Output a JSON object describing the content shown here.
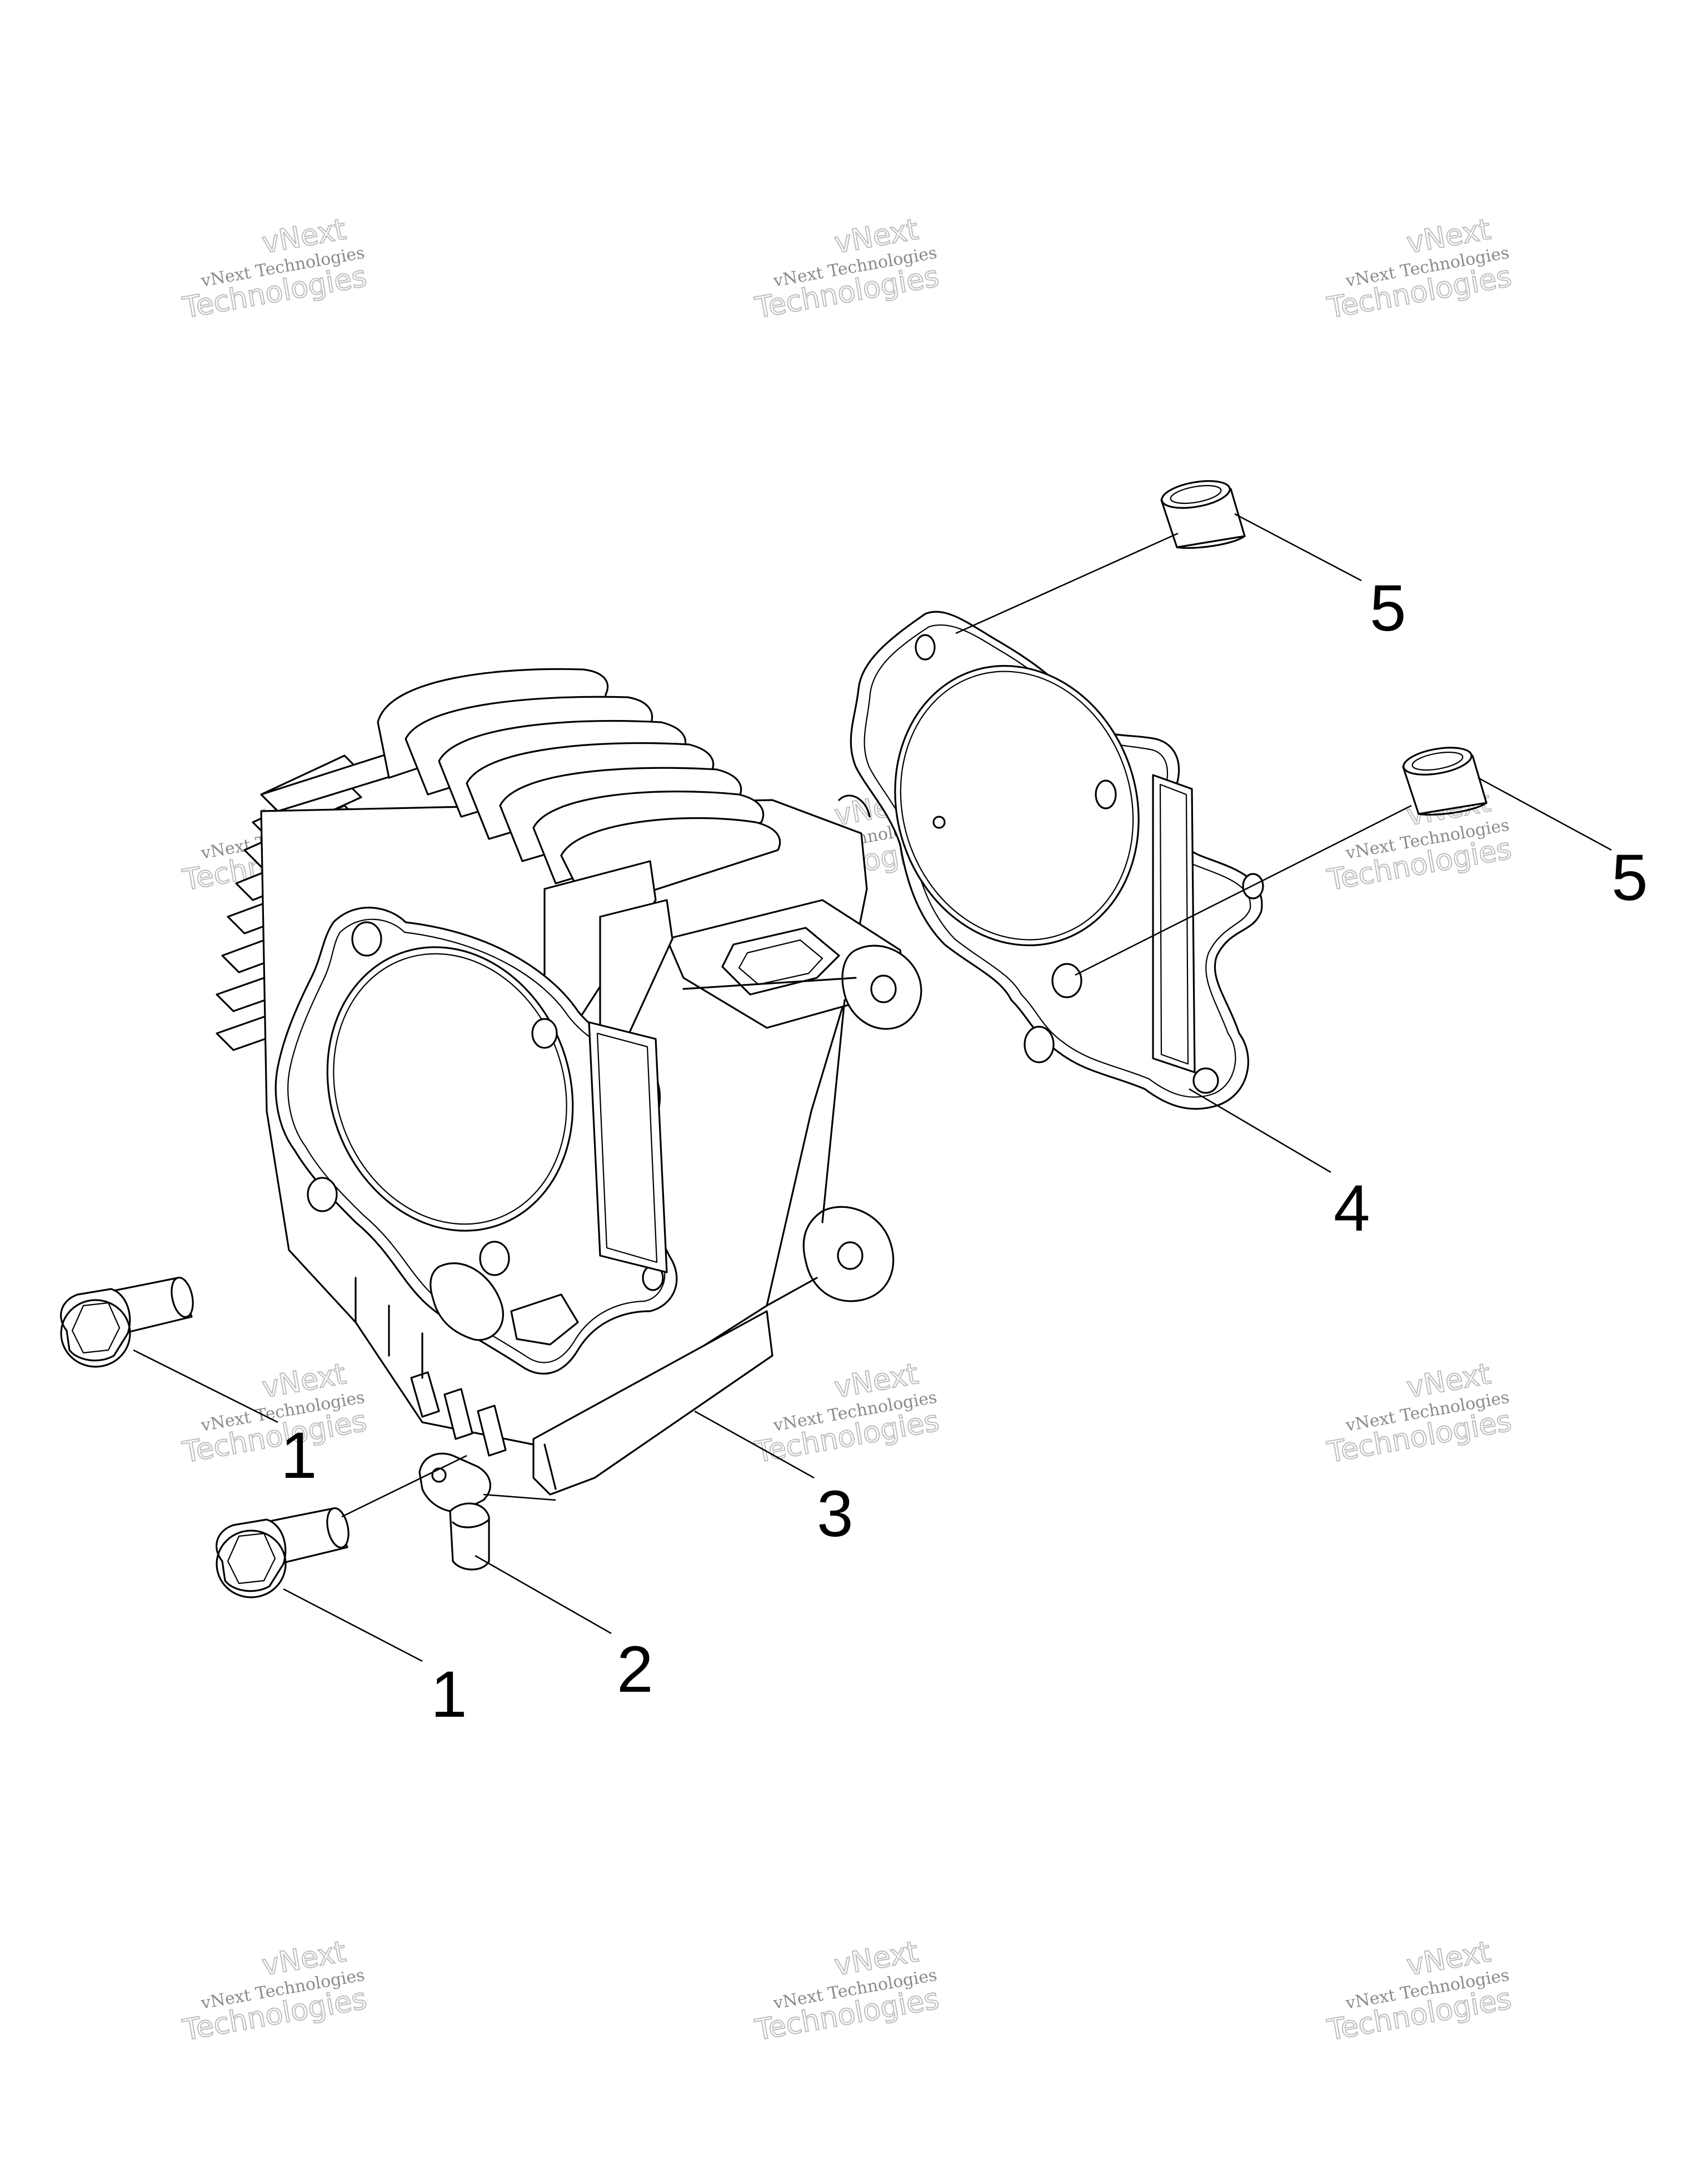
{
  "callouts": [
    {
      "id": "bolt-upper",
      "label": "1"
    },
    {
      "id": "bolt-lower",
      "label": "1"
    },
    {
      "id": "clamp",
      "label": "2"
    },
    {
      "id": "cylinder",
      "label": "3"
    },
    {
      "id": "gasket",
      "label": "4"
    },
    {
      "id": "dowel-upper",
      "label": "5"
    },
    {
      "id": "dowel-lower",
      "label": "5"
    }
  ],
  "watermark": {
    "line1": "vNext",
    "line2": "vNext Technologies",
    "line3": "Technologies"
  }
}
